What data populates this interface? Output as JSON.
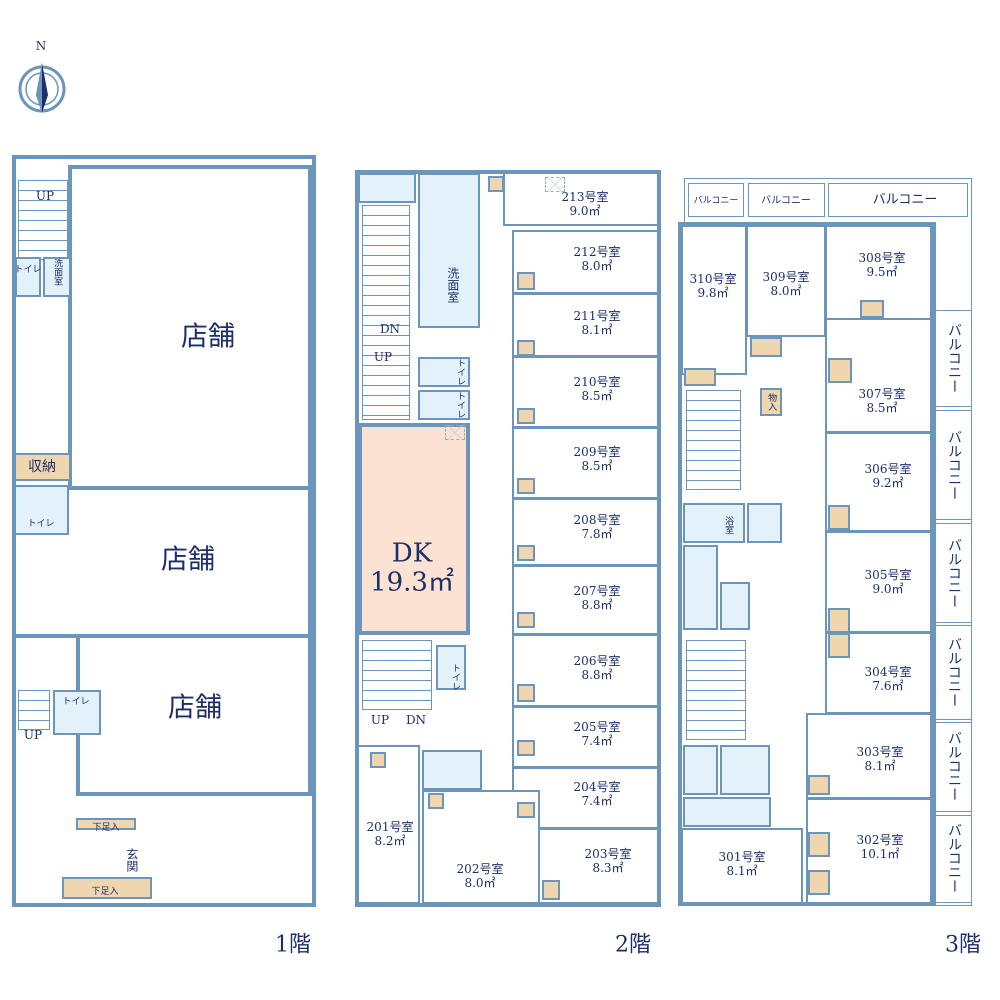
{
  "compass": {
    "label": "N"
  },
  "floor1": {
    "title": "1階",
    "stores": [
      "店舗",
      "店舗",
      "店舗"
    ],
    "up": [
      "UP",
      "UP"
    ],
    "toilet": [
      "トイレ",
      "トイレ",
      "トイレ"
    ],
    "washroom": "洗面室",
    "storage": "収納",
    "entrance": "玄関",
    "shoe": [
      "下足入",
      "下足入"
    ]
  },
  "floor2": {
    "title": "2階",
    "dk": {
      "name": "DK",
      "area": "19.3㎡"
    },
    "washroom": "洗面室",
    "toilet": [
      "トイレ",
      "トイレ",
      "トイレ"
    ],
    "stairs": [
      "DN",
      "UP",
      "UP",
      "DN"
    ],
    "rooms": [
      {
        "name": "213号室",
        "area": "9.0㎡"
      },
      {
        "name": "212号室",
        "area": "8.0㎡"
      },
      {
        "name": "211号室",
        "area": "8.1㎡"
      },
      {
        "name": "210号室",
        "area": "8.5㎡"
      },
      {
        "name": "209号室",
        "area": "8.5㎡"
      },
      {
        "name": "208号室",
        "area": "7.8㎡"
      },
      {
        "name": "207号室",
        "area": "8.8㎡"
      },
      {
        "name": "206号室",
        "area": "8.8㎡"
      },
      {
        "name": "205号室",
        "area": "7.4㎡"
      },
      {
        "name": "204号室",
        "area": "7.4㎡"
      },
      {
        "name": "203号室",
        "area": "8.3㎡"
      },
      {
        "name": "201号室",
        "area": "8.2㎡"
      },
      {
        "name": "202号室",
        "area": "8.0㎡"
      }
    ]
  },
  "floor3": {
    "title": "3階",
    "closet": "物入",
    "bath": "浴室",
    "balcony": "バルコニー",
    "rooms": [
      {
        "name": "310号室",
        "area": "9.8㎡"
      },
      {
        "name": "309号室",
        "area": "8.0㎡"
      },
      {
        "name": "308号室",
        "area": "9.5㎡"
      },
      {
        "name": "307号室",
        "area": "8.5㎡"
      },
      {
        "name": "306号室",
        "area": "9.2㎡"
      },
      {
        "name": "305号室",
        "area": "9.0㎡"
      },
      {
        "name": "304号室",
        "area": "7.6㎡"
      },
      {
        "name": "303号室",
        "area": "8.1㎡"
      },
      {
        "name": "302号室",
        "area": "10.1㎡"
      },
      {
        "name": "301号室",
        "area": "8.1㎡"
      }
    ]
  }
}
